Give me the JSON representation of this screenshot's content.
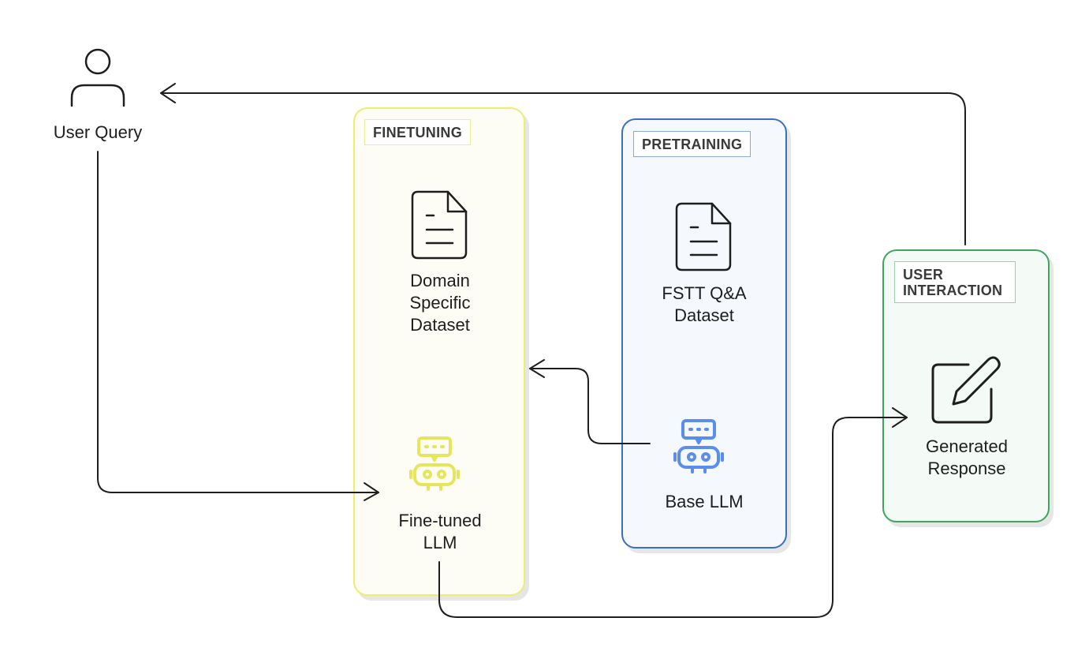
{
  "user": {
    "label": "User Query"
  },
  "finetuning": {
    "title": "FINETUNING",
    "dataset_label": "Domain\nSpecific\nDataset",
    "model_label": "Fine-tuned\nLLM"
  },
  "pretraining": {
    "title": "PRETRAINING",
    "dataset_label": "FSTT Q&A\nDataset",
    "model_label": "Base LLM"
  },
  "user_interaction": {
    "title": "USER\nINTERACTION",
    "response_label": "Generated\nResponse"
  },
  "colors": {
    "finetuning_border": "#eeee6a",
    "finetuning_icon": "#e6e65a",
    "pretraining_border": "#3a70c4",
    "pretraining_icon": "#5b8def",
    "user_interaction_border": "#3ea65a",
    "line": "#1e1e1e"
  },
  "icons": {
    "user": "person-icon",
    "dataset": "document-icon",
    "model": "robot-icon",
    "response": "edit-icon"
  }
}
